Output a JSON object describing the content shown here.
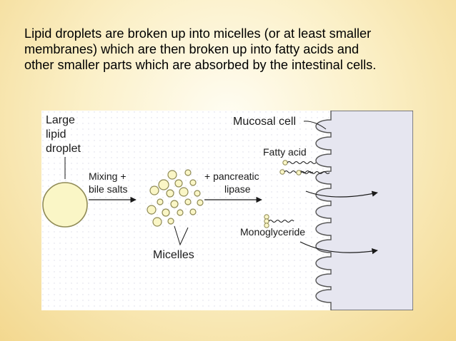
{
  "caption": {
    "line1": "Lipid droplets are broken up into micelles (or at least smaller",
    "line2": "membranes) which are then broken up into fatty acids and",
    "line3": "other smaller parts which are absorbed by the intestinal cells."
  },
  "diagram": {
    "large_line1": "Large",
    "large_line2": "lipid",
    "large_line3": "droplet",
    "mixing_line1": "Mixing +",
    "mixing_line2": "bile salts",
    "pancreatic_line1": "+ pancreatic",
    "pancreatic_line2": "lipase",
    "micelles": "Micelles",
    "mucosal_cell": "Mucosal cell",
    "fatty_acid": "Fatty acid",
    "monoglyceride": "Monoglyceride"
  },
  "colors": {
    "droplet_fill": "#faf6c6",
    "droplet_stroke": "#8f8a55",
    "cell_fill": "#e6e6f0",
    "cell_stroke": "#555555",
    "panel_fill": "#ffffff",
    "panel_dot": "#d9d9e6"
  }
}
